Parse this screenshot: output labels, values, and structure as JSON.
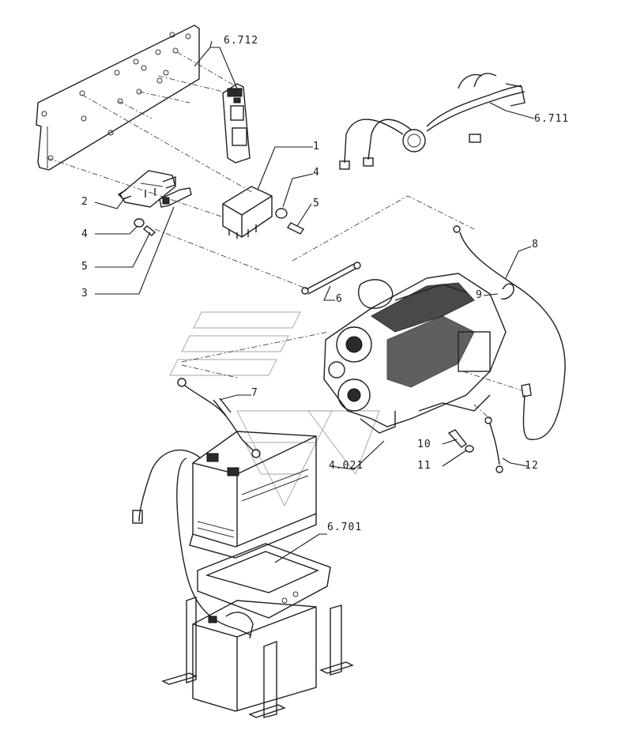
{
  "callouts": [
    {
      "id": "c-6712",
      "text": "6.712"
    },
    {
      "id": "c-6711",
      "text": "6.711"
    },
    {
      "id": "c-1",
      "text": "1"
    },
    {
      "id": "c-2",
      "text": "2"
    },
    {
      "id": "c-4a",
      "text": "4"
    },
    {
      "id": "c-5a",
      "text": "5"
    },
    {
      "id": "c-4b",
      "text": "4"
    },
    {
      "id": "c-5b",
      "text": "5"
    },
    {
      "id": "c-3",
      "text": "3"
    },
    {
      "id": "c-8",
      "text": "8"
    },
    {
      "id": "c-9",
      "text": "9"
    },
    {
      "id": "c-6",
      "text": "6"
    },
    {
      "id": "c-7",
      "text": "7"
    },
    {
      "id": "c-4021",
      "text": "4.021"
    },
    {
      "id": "c-10",
      "text": "10"
    },
    {
      "id": "c-11",
      "text": "11"
    },
    {
      "id": "c-12",
      "text": "12"
    },
    {
      "id": "c-6701",
      "text": "6.701"
    }
  ]
}
